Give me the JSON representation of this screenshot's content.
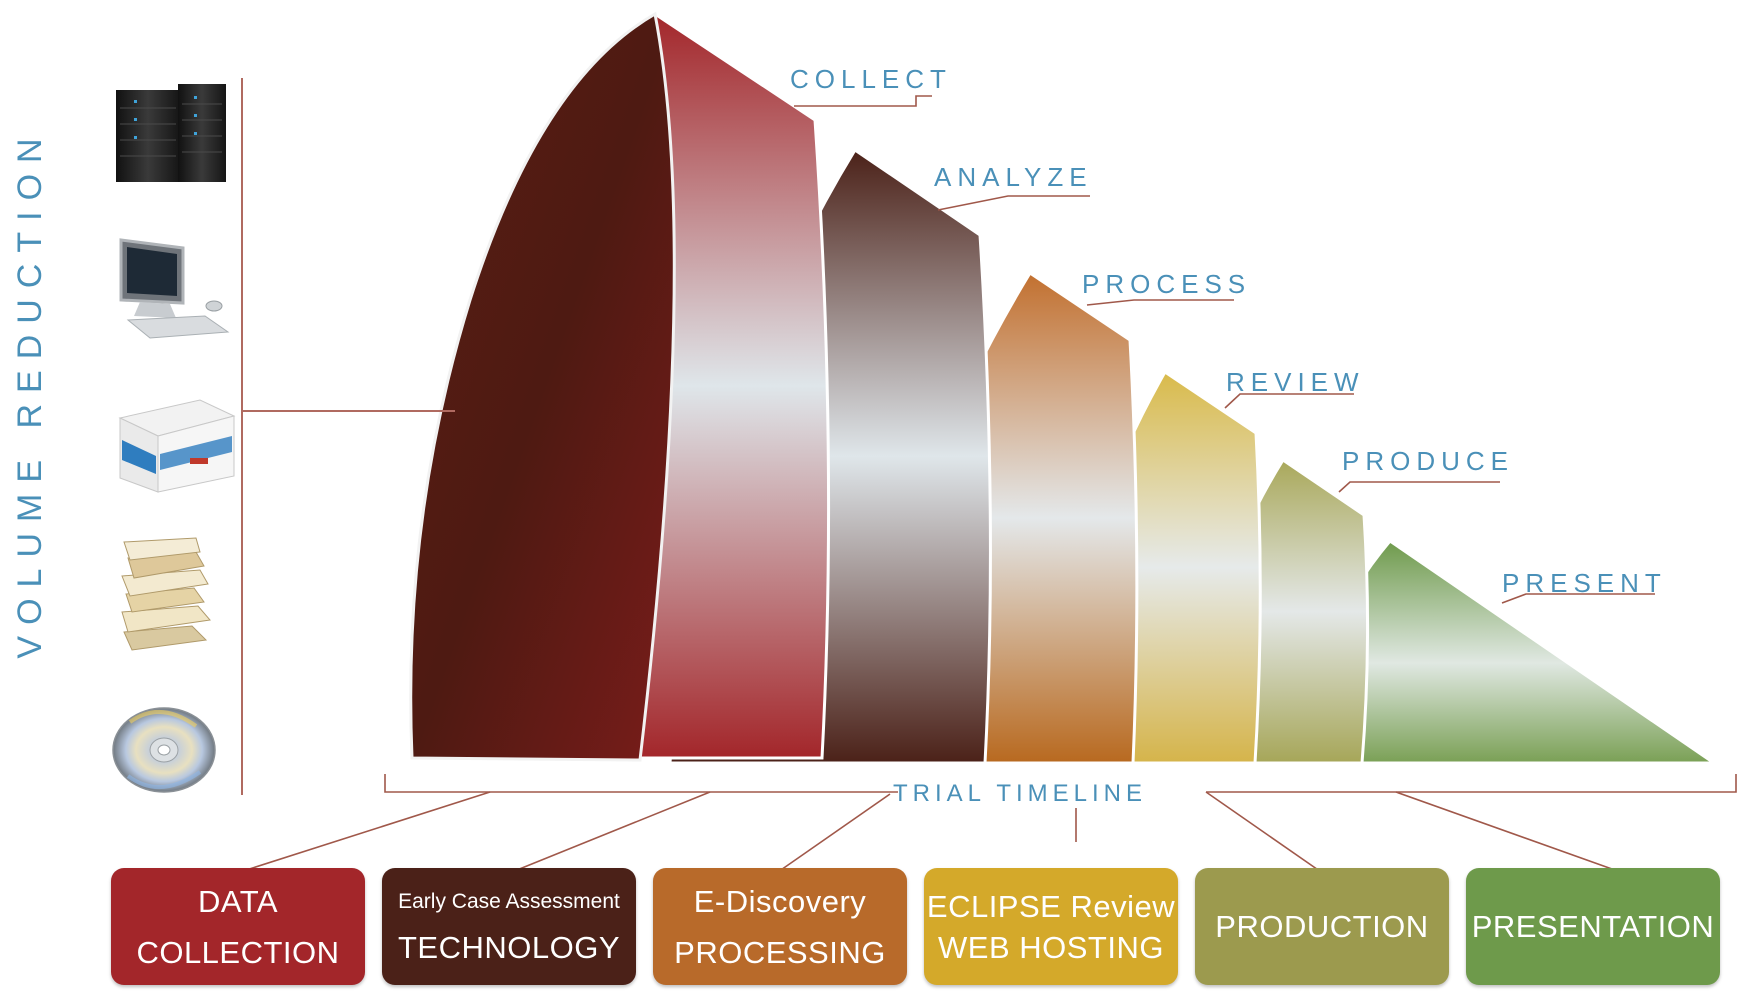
{
  "volume_label": "VOLUME REDUCTION",
  "timeline_label": "TRIAL TIMELINE",
  "stages": [
    "COLLECT",
    "ANALYZE",
    "PROCESS",
    "REVIEW",
    "PRODUCE",
    "PRESENT"
  ],
  "media_icons": [
    "server-icon",
    "computer-icon",
    "file-box-icon",
    "paper-stack-icon",
    "cd-disc-icon"
  ],
  "services": [
    {
      "line1": "DATA",
      "line2": "COLLECTION",
      "color": "#a3262a"
    },
    {
      "line1": "Early Case Assessment",
      "line2": "TECHNOLOGY",
      "color": "#4b2118"
    },
    {
      "line1": "E-Discovery",
      "line2": "PROCESSING",
      "color": "#b86a2a"
    },
    {
      "line1": "ECLIPSE Review",
      "line2": "WEB HOSTING",
      "color": "#d4a92a"
    },
    {
      "line1": "PRODUCTION",
      "line2": "",
      "color": "#9c9a4e"
    },
    {
      "line1": "PRESENTATION",
      "line2": "",
      "color": "#6e9a4b"
    }
  ],
  "colors": {
    "label_blue": "#4a90b8",
    "connector": "#a0584a",
    "segments": [
      "#a3262a",
      "#4b2118",
      "#c2702f",
      "#d9ba4a",
      "#a9a85a",
      "#6e9a4b"
    ]
  }
}
